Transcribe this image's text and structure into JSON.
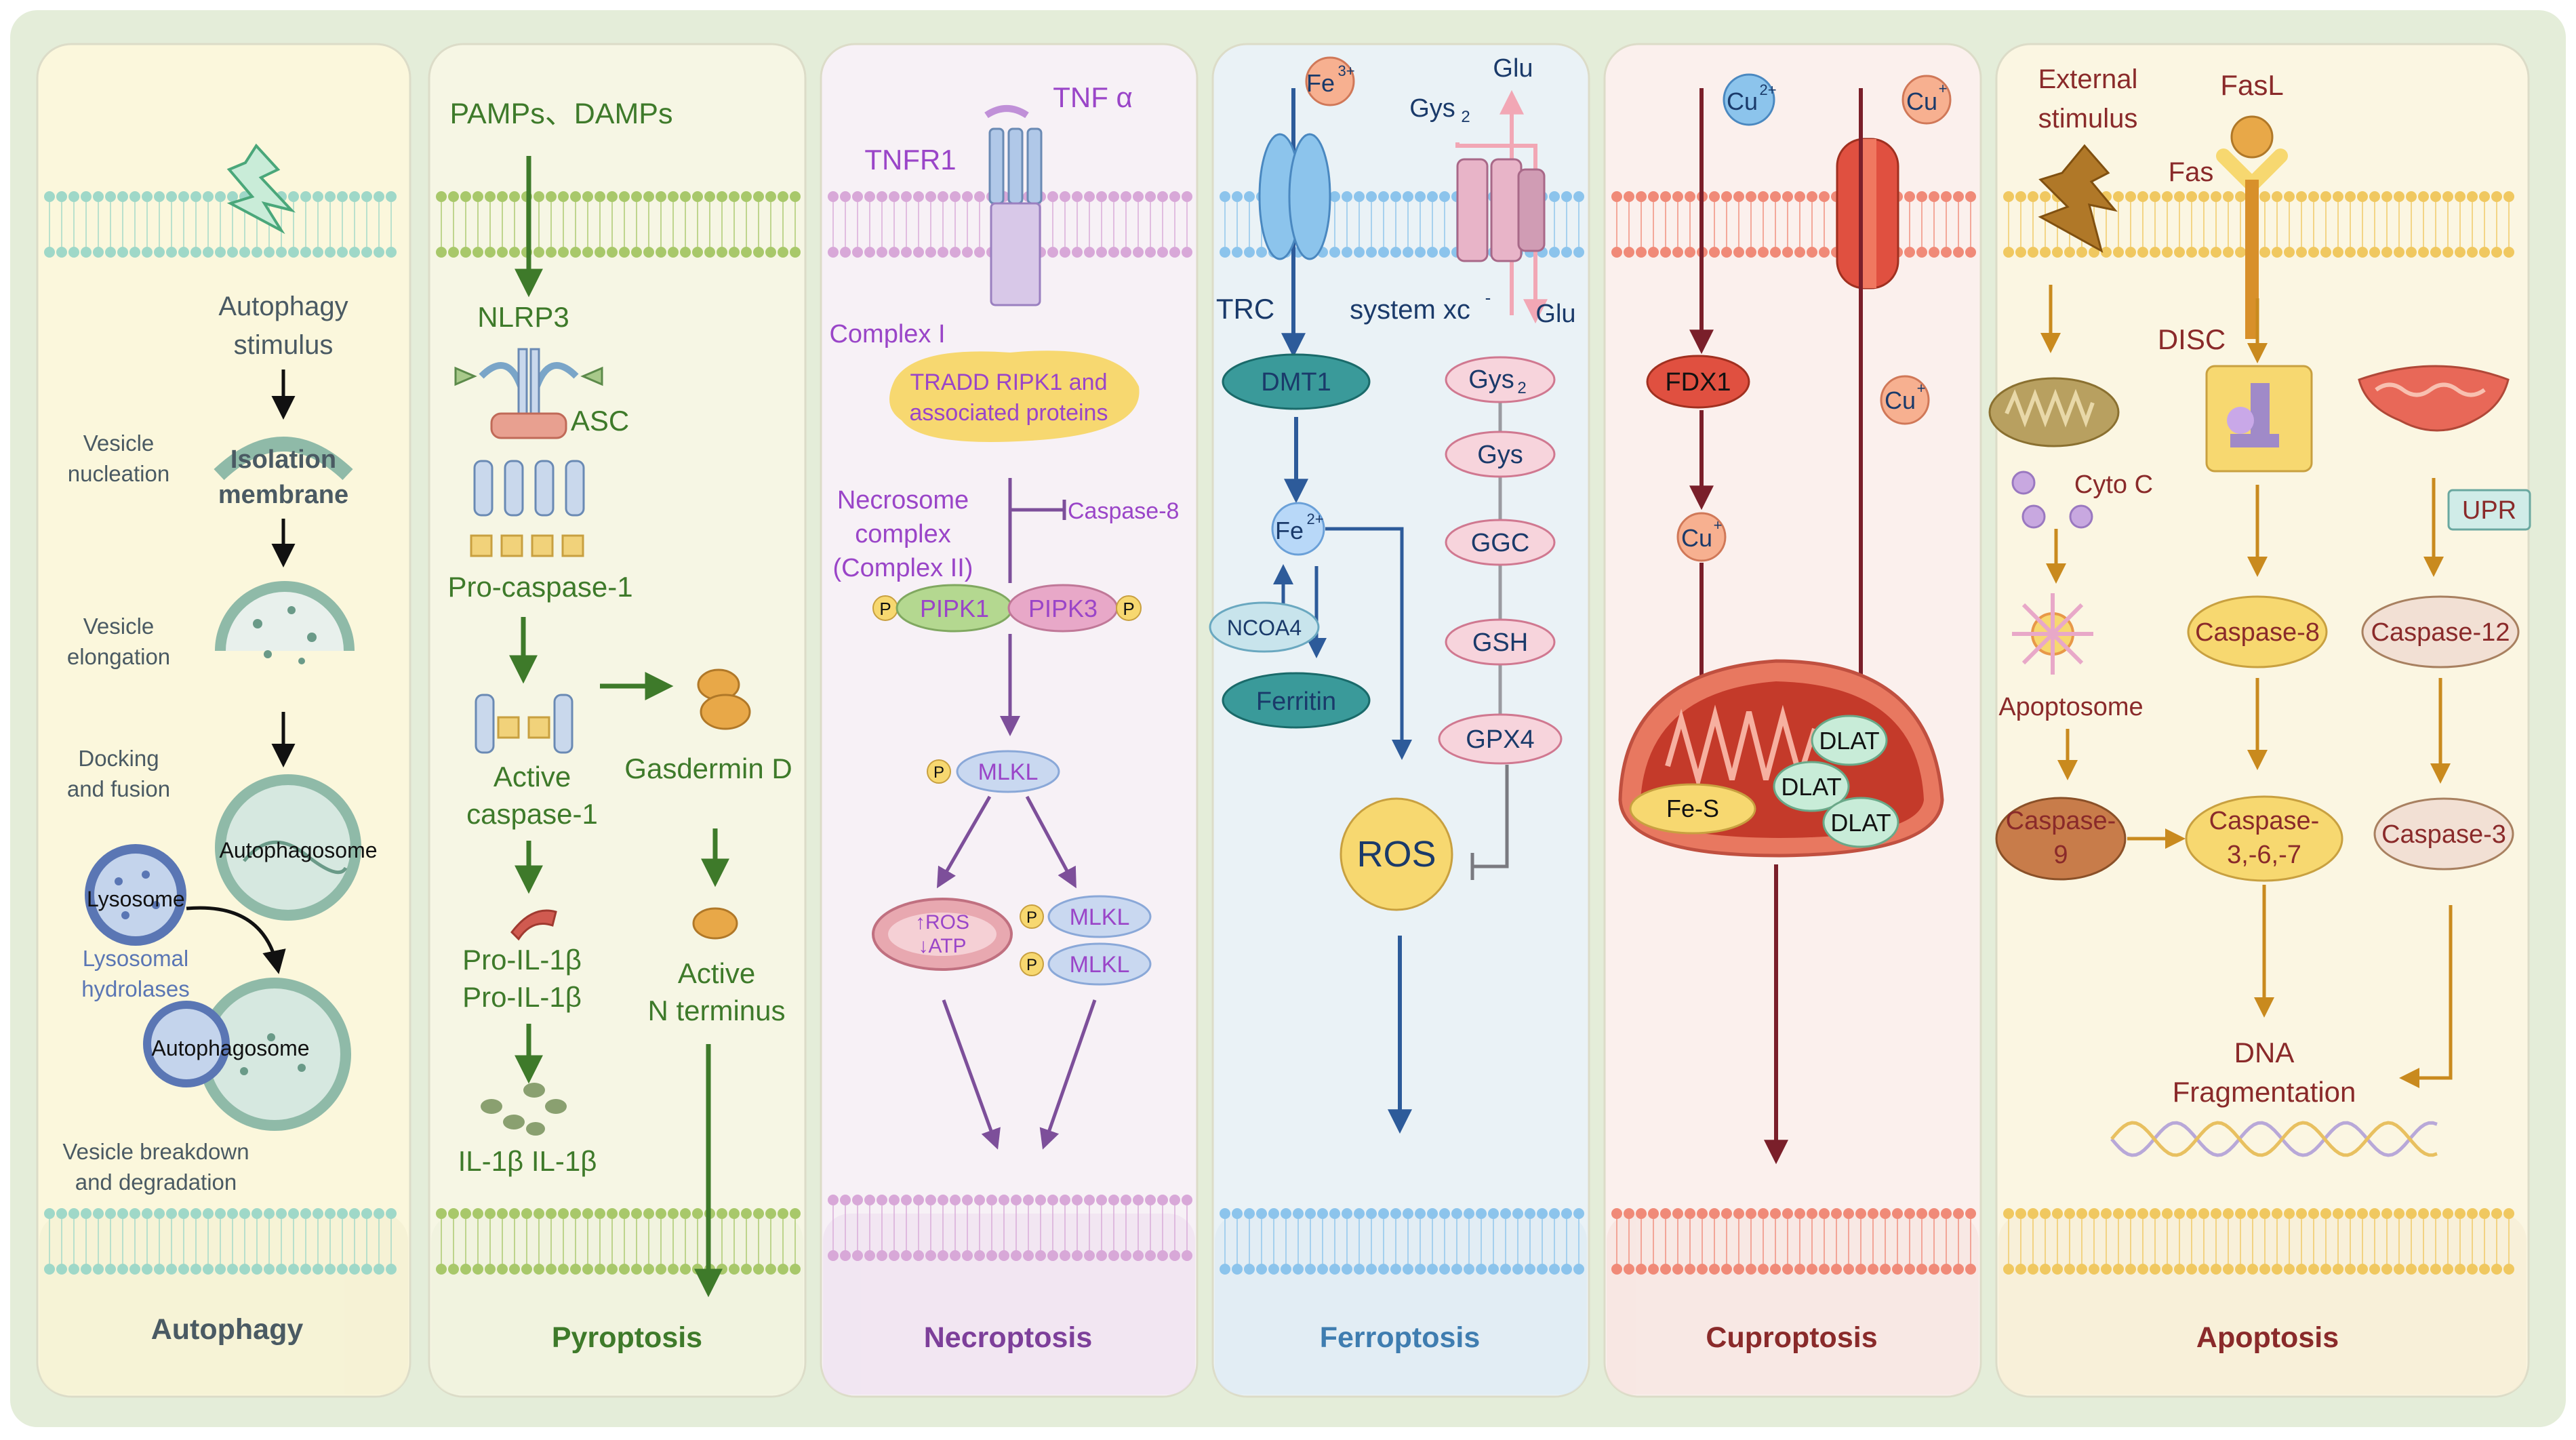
{
  "colors": {
    "outer_bg": "#e4edd9",
    "autophagy_bg": "#fbf7dc",
    "pyroptosis_bg": "#f6f6e4",
    "necroptosis_bg": "#f7f1f6",
    "ferroptosis_bg": "#eaf2f6",
    "cuproptosis_bg": "#fbf0ed",
    "apoptosis_bg": "#fbf6e2",
    "autophagy_text": "#4a5a63",
    "pyroptosis_text": "#3e7a2a",
    "necroptosis_text": "#7d3f9a",
    "ferroptosis_text": "#3f7db0",
    "cuproptosis_text": "#8a2a2a",
    "apoptosis_text": "#8a2a2a"
  },
  "panels": {
    "autophagy": {
      "title": "Autophagy",
      "stimulus": [
        "Autophagy",
        "stimulus"
      ],
      "isolation_membrane": [
        "Isolation",
        "membrane"
      ],
      "step_nucleation": [
        "Vesicle",
        "nucleation"
      ],
      "step_elongation": [
        "Vesicle",
        "elongation"
      ],
      "step_docking": [
        "Docking",
        "and fusion"
      ],
      "autophagosome": "Autophagosome",
      "lysosome": "Lysosome",
      "lysosomal_hydrolases": [
        "Lysosomal",
        "hydrolases"
      ],
      "autophagosome_2": "Autophagosome",
      "step_breakdown": [
        "Vesicle breakdown",
        "and degradation"
      ]
    },
    "pyroptosis": {
      "title": "Pyroptosis",
      "trigger": "PAMPs、DAMPs",
      "nlrp3": "NLRP3",
      "asc": "ASC",
      "pro_caspase1": "Pro-caspase-1",
      "active_caspase1": [
        "Active",
        "caspase-1"
      ],
      "gasdermin": "Gasdermin D",
      "pro_il1b": [
        "Pro-IL-1β",
        "Pro-IL-1β"
      ],
      "il1b": "IL-1β IL-1β",
      "active_n_terminus": [
        "Active",
        "N terminus"
      ]
    },
    "necroptosis": {
      "title": "Necroptosis",
      "tnfa": "TNF α",
      "tnfr1": "TNFR1",
      "complex1": "Complex I",
      "tradd": [
        "TRADD RIPK1 and",
        "associated proteins"
      ],
      "necrosome": [
        "Necrosome",
        "complex",
        "(Complex II)"
      ],
      "caspase8": "Caspase-8",
      "pipk1": "PIPK1",
      "pipk3": "PIPK3",
      "mlkl": "MLKL",
      "p": "P",
      "ros_atp": [
        "↑ROS",
        "↓ATP"
      ]
    },
    "ferroptosis": {
      "title": "Ferroptosis",
      "fe3_base": "Fe",
      "fe3_sup": "3+",
      "fe2_base": "Fe",
      "fe2_sup": "2+",
      "trc": "TRC",
      "dmt1": "DMT1",
      "ncoa4": "NCOA4",
      "ferritin": "Ferritin",
      "system_xc_base": "system xc",
      "system_xc_sup": "-",
      "glu": "Glu",
      "gys2_base": "Gys",
      "gys2_sub": "2",
      "gys": "Gys",
      "ggc": "GGC",
      "gsh": "GSH",
      "gpx4": "GPX4",
      "ros": "ROS"
    },
    "cuproptosis": {
      "title": "Cuproptosis",
      "cu2_base": "Cu",
      "cu2_sup": "2+",
      "cu_base": "Cu",
      "cu_sup": "+",
      "fdx1": "FDX1",
      "fes": "Fe-S",
      "dlat": "DLAT"
    },
    "apoptosis": {
      "title": "Apoptosis",
      "external": [
        "External",
        "stimulus"
      ],
      "fasl": "FasL",
      "fas": "Fas",
      "disc": "DISC",
      "cytoc": "Cyto C",
      "apoptosome": "Apoptosome",
      "upr": "UPR",
      "caspase8": "Caspase-8",
      "caspase12": "Caspase-12",
      "caspase9": [
        "Caspase-",
        "9"
      ],
      "caspase367": [
        "Caspase-",
        "3,-6,-7"
      ],
      "caspase3": "Caspase-3",
      "dna": [
        "DNA",
        "Fragmentation"
      ]
    }
  }
}
